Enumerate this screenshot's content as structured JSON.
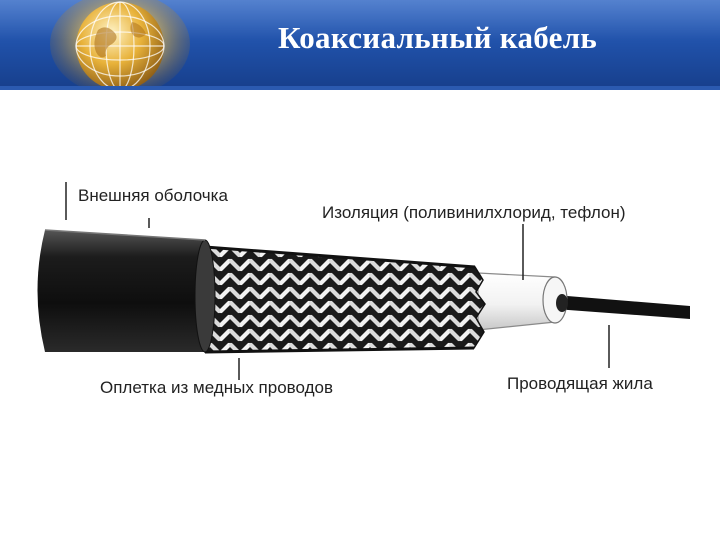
{
  "slide": {
    "title": "Коаксиальный кабель"
  },
  "labels": {
    "outer_jacket": "Внешняя оболочка",
    "insulation": "Изоляция (поливинилхлорид, тефлон)",
    "braid": "Оплетка из медных проводов",
    "core": "Проводящая жила"
  },
  "icons": {
    "logo": "globe-icon"
  },
  "colors": {
    "header": "#1f4fa6",
    "title_text": "#ffffff",
    "label_text": "#222222"
  }
}
